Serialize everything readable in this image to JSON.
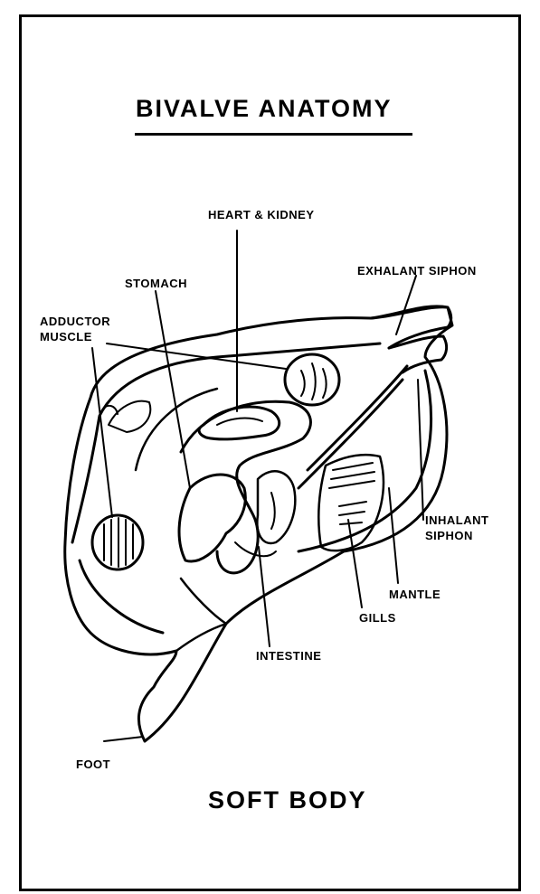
{
  "title": "BIVALVE ANATOMY",
  "subtitle": "SOFT BODY",
  "labels": {
    "heart_kidney": "HEART & KIDNEY",
    "stomach": "STOMACH",
    "adductor_line1": "ADDUCTOR",
    "adductor_line2": "MUSCLE",
    "exhalant_siphon": "EXHALANT SIPHON",
    "inhalant_line1": "INHALANT",
    "inhalant_line2": "SIPHON",
    "mantle": "MANTLE",
    "gills": "GILLS",
    "intestine": "INTESTINE",
    "foot": "FOOT"
  }
}
